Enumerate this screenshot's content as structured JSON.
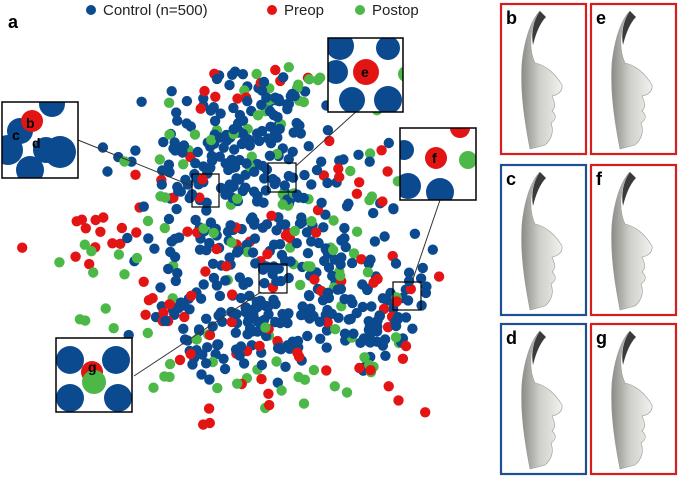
{
  "panel_label": "a",
  "colors": {
    "control": "#0b4a8f",
    "preop": "#e31414",
    "postop": "#4cb848",
    "frame_red": "#d61e1e",
    "frame_blue": "#1d4f93",
    "face_light": "#f2f2ee",
    "face_shadow": "#8a8a86"
  },
  "chart_data": {
    "type": "scatter",
    "title": "",
    "xlabel": "",
    "ylabel": "",
    "legend_position": "top",
    "grid": false,
    "axes_visible": false,
    "series": [
      {
        "name": "Control (n=500)",
        "color": "#0b4a8f"
      },
      {
        "name": "Preop",
        "color": "#e31414"
      },
      {
        "name": "Postop",
        "color": "#4cb848"
      }
    ],
    "highlighted_points": [
      {
        "label": "b",
        "group": "Preop"
      },
      {
        "label": "c",
        "group": "Control"
      },
      {
        "label": "d",
        "group": "Control"
      },
      {
        "label": "e",
        "group": "Preop"
      },
      {
        "label": "f",
        "group": "Preop"
      },
      {
        "label": "g",
        "group": "Postop"
      }
    ]
  },
  "side_panels": [
    {
      "label": "b",
      "frame": "red"
    },
    {
      "label": "e",
      "frame": "red"
    },
    {
      "label": "c",
      "frame": "blue"
    },
    {
      "label": "f",
      "frame": "red"
    },
    {
      "label": "d",
      "frame": "blue"
    },
    {
      "label": "g",
      "frame": "red"
    }
  ]
}
